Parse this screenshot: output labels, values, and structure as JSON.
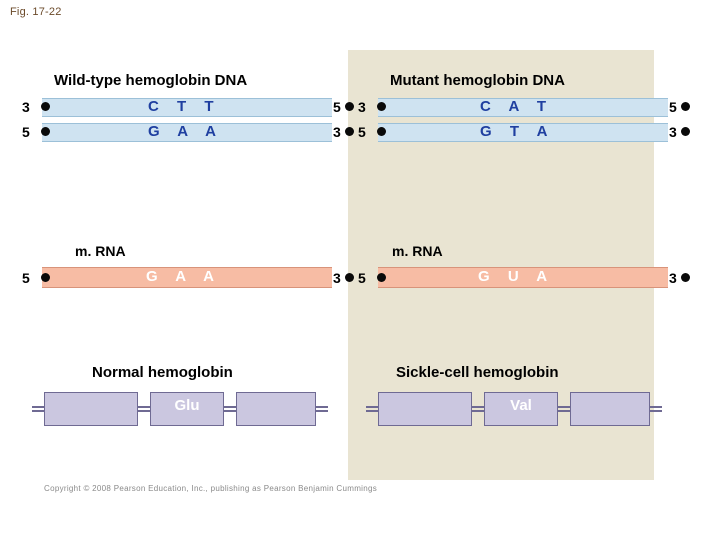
{
  "figure": {
    "label": "Fig. 17-22",
    "copyright": "Copyright © 2008 Pearson Education, Inc., publishing as Pearson Benjamin Cummings"
  },
  "colors": {
    "dna_strand": "#cfe3f1",
    "mrna_strand": "#f7bca4",
    "base_text": "#1f3fa0",
    "mrna_base_text": "#ffffff",
    "protein_box": "#cbc7e0",
    "panel_background": "#e9e4d2"
  },
  "wildtype": {
    "dna_title": "Wild-type hemoglobin DNA",
    "top_strand": {
      "left_end": "3",
      "right_end": "5",
      "bases": "C T T"
    },
    "bottom_strand": {
      "left_end": "5",
      "right_end": "3",
      "bases": "G A A"
    },
    "mrna_title": "m. RNA",
    "mrna": {
      "left_end": "5",
      "right_end": "3",
      "bases": "G A A"
    },
    "protein_title": "Normal hemoglobin",
    "protein_residue": "Glu"
  },
  "mutant": {
    "dna_title": "Mutant hemoglobin DNA",
    "top_strand": {
      "left_end": "3",
      "right_end": "5",
      "bases": "C A T"
    },
    "bottom_strand": {
      "left_end": "5",
      "right_end": "3",
      "bases": "G T A"
    },
    "mrna_title": "m. RNA",
    "mrna": {
      "left_end": "5",
      "right_end": "3",
      "bases": "G U A"
    },
    "protein_title": "Sickle-cell hemoglobin",
    "protein_residue": "Val"
  }
}
